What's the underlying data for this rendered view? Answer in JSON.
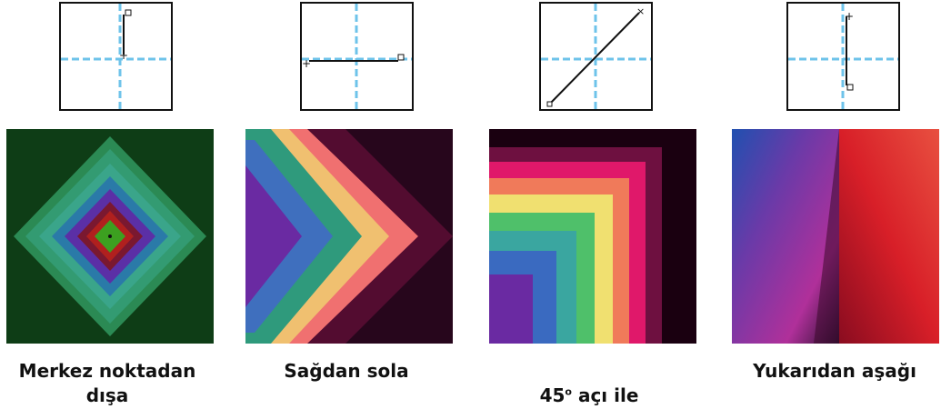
{
  "panels": [
    {
      "caption": "Merkez noktadan\ndışa",
      "diagram": "center-outward",
      "gradient": "diamond",
      "colors": [
        "#1e3a1c",
        "#2b8a54",
        "#3aa58a",
        "#2a7aa8",
        "#5b2fa6",
        "#7a1830",
        "#b0201e",
        "#3ca020",
        "#0e3d16"
      ]
    },
    {
      "caption": "Sağdan  sola",
      "diagram": "right-to-left",
      "gradient": "chevron",
      "colors": [
        "#6a2aa2",
        "#3f6fbe",
        "#2f9a7c",
        "#f0c070",
        "#f07070",
        "#d81f6a",
        "#6e1040",
        "#27061c"
      ]
    },
    {
      "caption_main": "45",
      "caption_sup": "o",
      "caption_rest": " açı ile",
      "diagram": "diagonal-45",
      "gradient": "corner",
      "colors": [
        "#1a0010",
        "#e0186a",
        "#f07a5a",
        "#f0e070",
        "#4fc06a",
        "#3aa6a0",
        "#3a6ac0",
        "#6a2aa2"
      ]
    },
    {
      "caption": "Yukarıdan aşağı",
      "diagram": "top-to-bottom",
      "gradient": "angular",
      "colors": [
        "#2050b0",
        "#6a3aa8",
        "#b0309a",
        "#2a1030",
        "#8a0c20",
        "#d81f28",
        "#e85040"
      ]
    }
  ]
}
